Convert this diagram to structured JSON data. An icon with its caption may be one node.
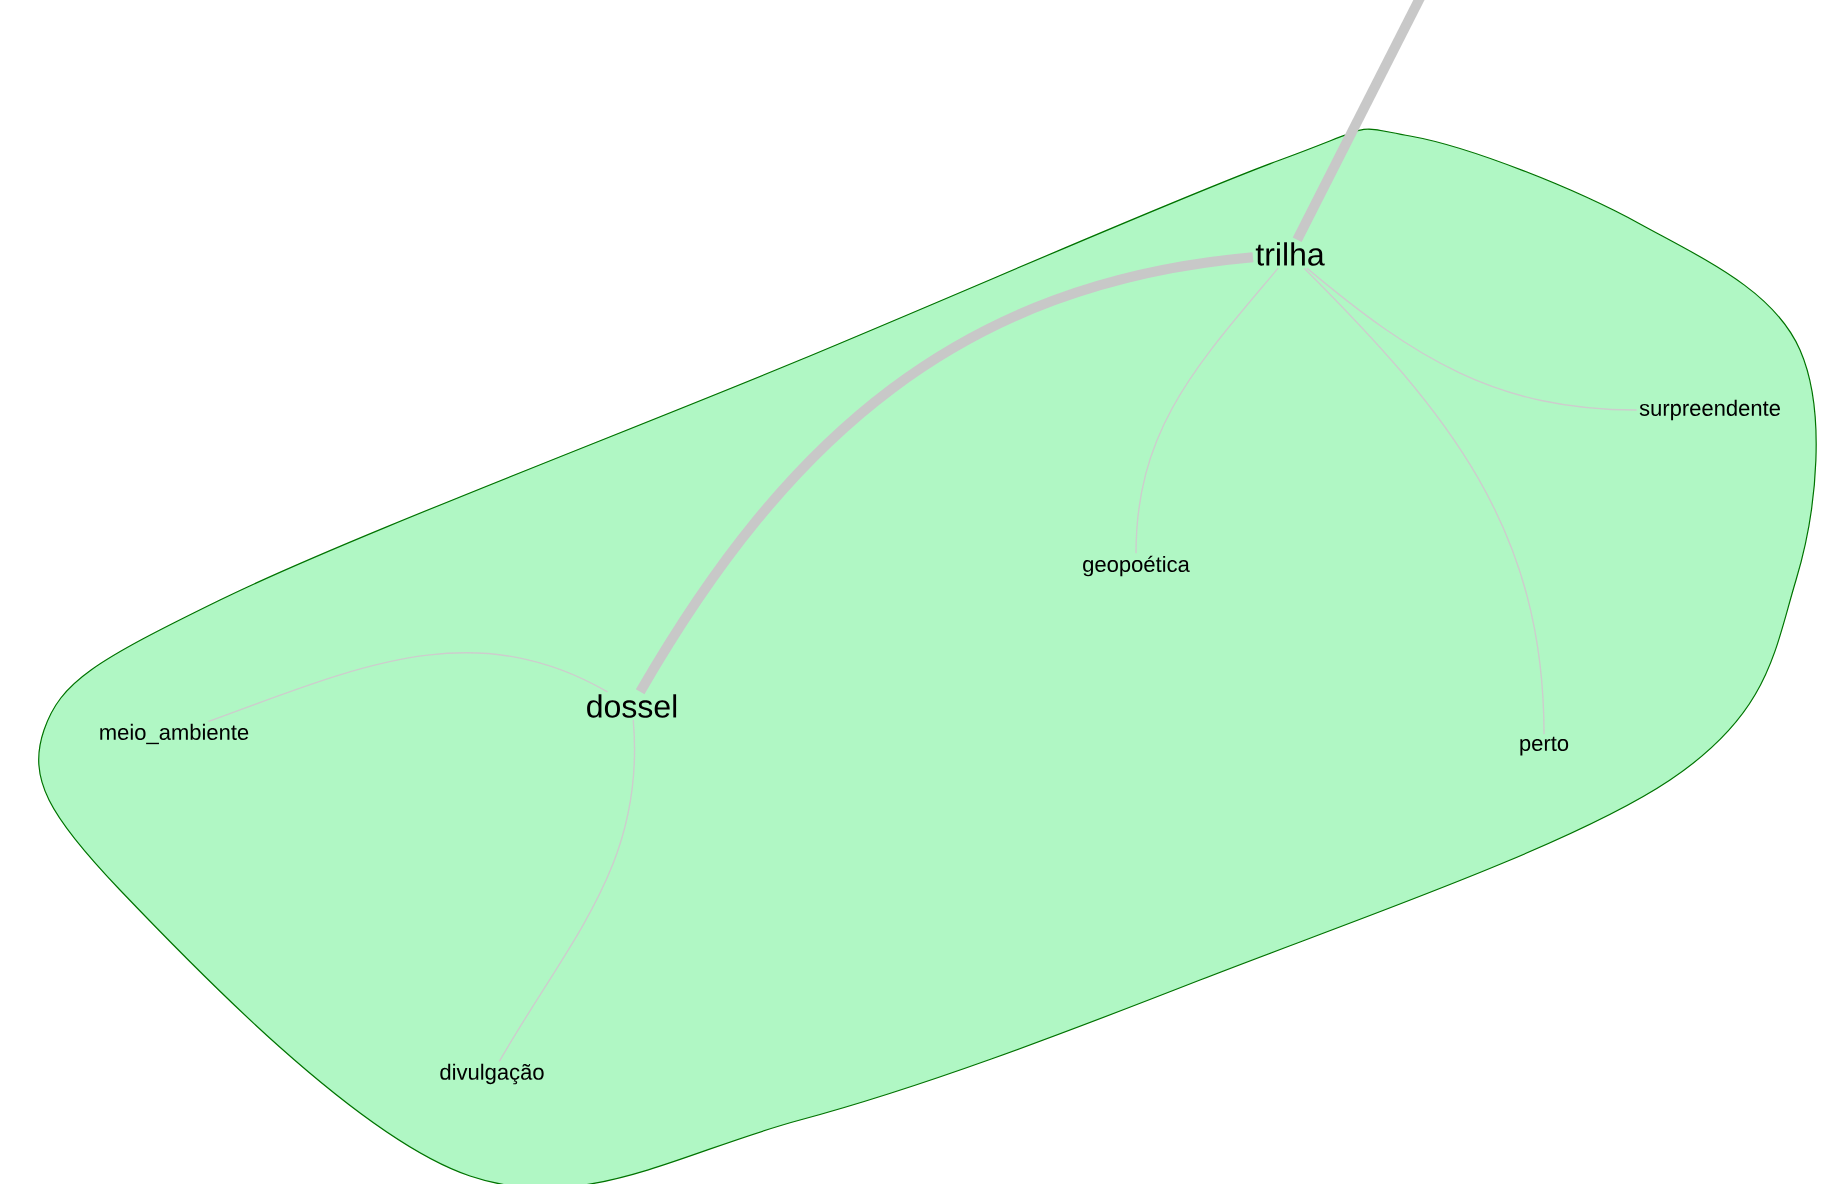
{
  "diagram": {
    "nodes": [
      {
        "text": [
          "trilha"
        ]
      },
      {
        "text": [
          "dossel"
        ]
      },
      {
        "text": [
          "geopoética"
        ]
      },
      {
        "text": [
          "surpreendente"
        ]
      },
      {
        "text": [
          "perto"
        ]
      },
      {
        "text": [
          "meio_ambiente"
        ]
      },
      {
        "text": [
          "divulgação"
        ]
      }
    ],
    "edges": [
      {
        "from": null,
        "to": 0,
        "arrow": "none",
        "style": "thick"
      },
      {
        "from": 0,
        "to": 1,
        "arrow": "none",
        "style": "thick"
      },
      {
        "from": 0,
        "to": 2,
        "arrow": "none"
      },
      {
        "from": 0,
        "to": 3,
        "arrow": "none"
      },
      {
        "from": 0,
        "to": 4,
        "arrow": "none"
      },
      {
        "from": 1,
        "to": 5,
        "arrow": "none"
      },
      {
        "from": 1,
        "to": 6,
        "arrow": "none"
      }
    ]
  }
}
